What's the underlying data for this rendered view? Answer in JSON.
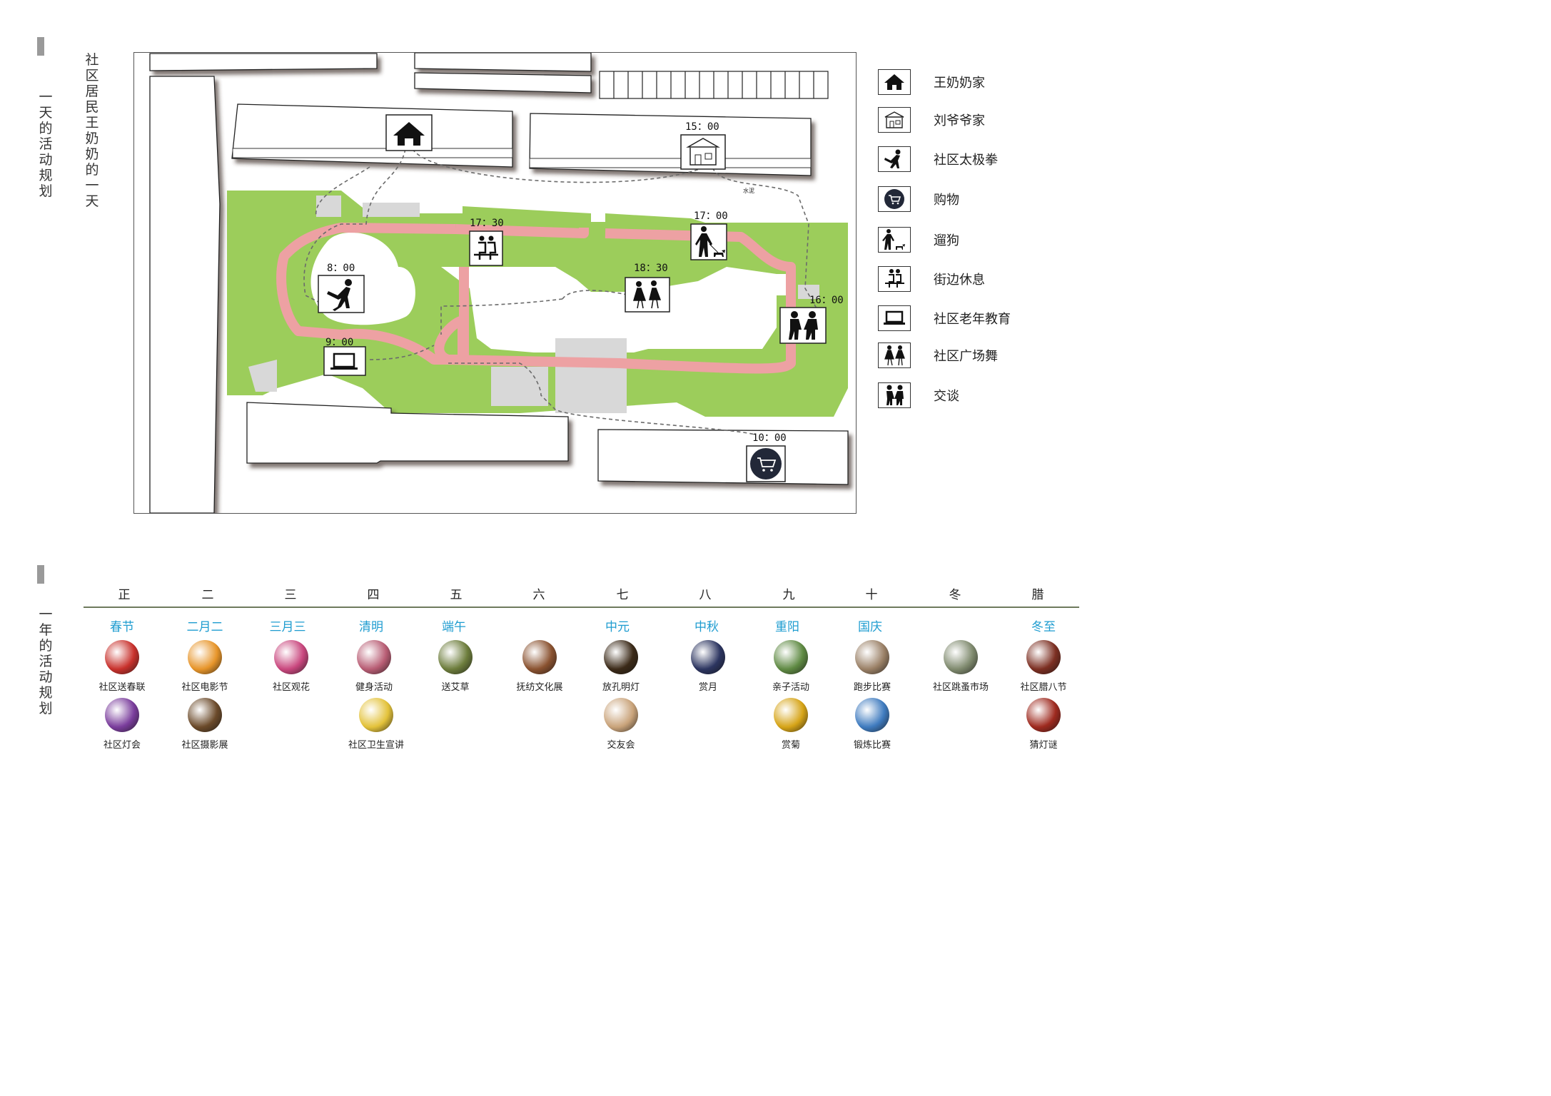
{
  "day_section": {
    "title": "一天的活动规划",
    "subtitle": "社区居民王奶奶的一天"
  },
  "map": {
    "times": [
      "8：00",
      "9：00",
      "10：00",
      "15：00",
      "16：00",
      "17：00",
      "17：30",
      "18：30"
    ],
    "sign_text": "水泥"
  },
  "legend": [
    {
      "icon": "house-icon",
      "label": "王奶奶家"
    },
    {
      "icon": "shop-house-icon",
      "label": "刘爷爷家"
    },
    {
      "icon": "tai-chi-icon",
      "label": "社区太极拳"
    },
    {
      "icon": "shopping-cart-icon",
      "label": "购物"
    },
    {
      "icon": "dog-walking-icon",
      "label": "遛狗"
    },
    {
      "icon": "bench-rest-icon",
      "label": "街边休息"
    },
    {
      "icon": "laptop-icon",
      "label": "社区老年教育"
    },
    {
      "icon": "square-dance-icon",
      "label": "社区广场舞"
    },
    {
      "icon": "conversation-icon",
      "label": "交谈"
    }
  ],
  "year_section": {
    "title": "一年的活动规划",
    "months": [
      "正",
      "二",
      "三",
      "四",
      "五",
      "六",
      "七",
      "八",
      "九",
      "十",
      "冬",
      "腊"
    ],
    "festivals": [
      "春节",
      "二月二",
      "三月三",
      "清明",
      "端午",
      "中元",
      "中秋",
      "重阳",
      "国庆",
      "冬至"
    ],
    "activities": [
      {
        "label": "社区送春联",
        "color": "#c8312c"
      },
      {
        "label": "社区灯会",
        "color": "#7a3d9c"
      },
      {
        "label": "社区电影节",
        "color": "#e7952a"
      },
      {
        "label": "社区摄影展",
        "color": "#6b4a2a"
      },
      {
        "label": "社区观花",
        "color": "#c9477e"
      },
      {
        "label": "健身活动",
        "color": "#b85d74"
      },
      {
        "label": "社区卫生宣讲",
        "color": "#e3c23a"
      },
      {
        "label": "送艾草",
        "color": "#6d7d3c"
      },
      {
        "label": "抚纺文化展",
        "color": "#8a5230"
      },
      {
        "label": "放孔明灯",
        "color": "#3b2a18"
      },
      {
        "label": "交友会",
        "color": "#c9a37a"
      },
      {
        "label": "赏月",
        "color": "#2c3560"
      },
      {
        "label": "亲子活动",
        "color": "#5f8a43"
      },
      {
        "label": "赏菊",
        "color": "#d6a417"
      },
      {
        "label": "跑步比赛",
        "color": "#9a8066"
      },
      {
        "label": "锻炼比赛",
        "color": "#3f7bbf"
      },
      {
        "label": "社区跳蚤市场",
        "color": "#7f8a6e"
      },
      {
        "label": "社区腊八节",
        "color": "#7c2f22"
      },
      {
        "label": "猜灯谜",
        "color": "#9e2a1f"
      }
    ]
  }
}
